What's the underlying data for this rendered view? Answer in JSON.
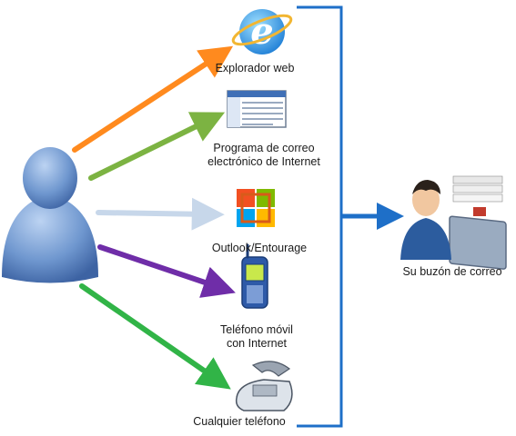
{
  "targets": {
    "browser": {
      "label": "Explorador web",
      "icon": "internet-explorer-icon",
      "arrow_color": "#ff8a1e"
    },
    "email_program": {
      "line1": "Programa de correo",
      "line2": "electrónico de Internet",
      "icon": "email-program-window-icon",
      "arrow_color": "#7cb342"
    },
    "outlook": {
      "label": "Outlook/Entourage",
      "icon": "office-logo-icon",
      "arrow_color": "#c7d7ea"
    },
    "mobile": {
      "line1": "Teléfono móvil",
      "line2": "con Internet",
      "icon": "mobile-phone-icon",
      "arrow_color": "#6f2da8"
    },
    "phone": {
      "label": "Cualquier teléfono",
      "icon": "telephone-icon",
      "arrow_color": "#31b447"
    }
  },
  "mailbox": {
    "label": "Su buzón de correo",
    "icon": "mailbox-user-icon"
  },
  "user": {
    "icon": "user-silhouette-icon"
  },
  "bracket_color": "#1e6fc8"
}
